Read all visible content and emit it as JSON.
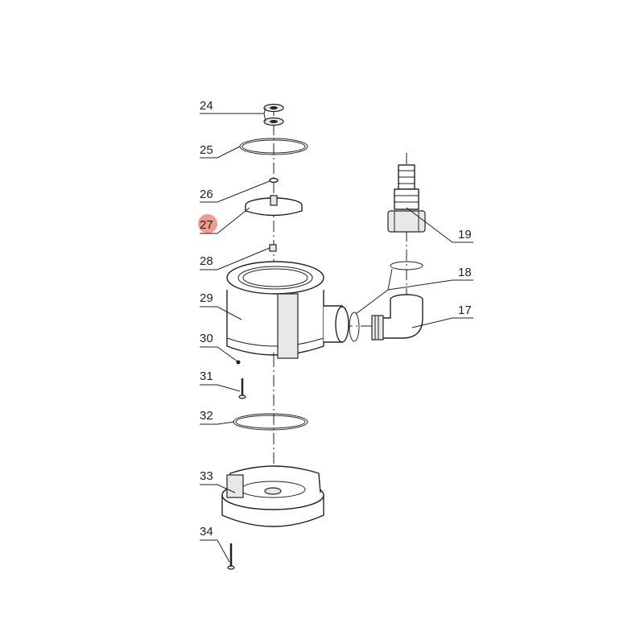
{
  "highlight_color": "#f29a90",
  "highlighted_part": "27",
  "labels": {
    "p24": "24",
    "p25": "25",
    "p26": "26",
    "p27": "27",
    "p28": "28",
    "p29": "29",
    "p30": "30",
    "p31": "31",
    "p32": "32",
    "p33": "33",
    "p34": "34",
    "p19": "19",
    "p18": "18",
    "p17": "17"
  }
}
